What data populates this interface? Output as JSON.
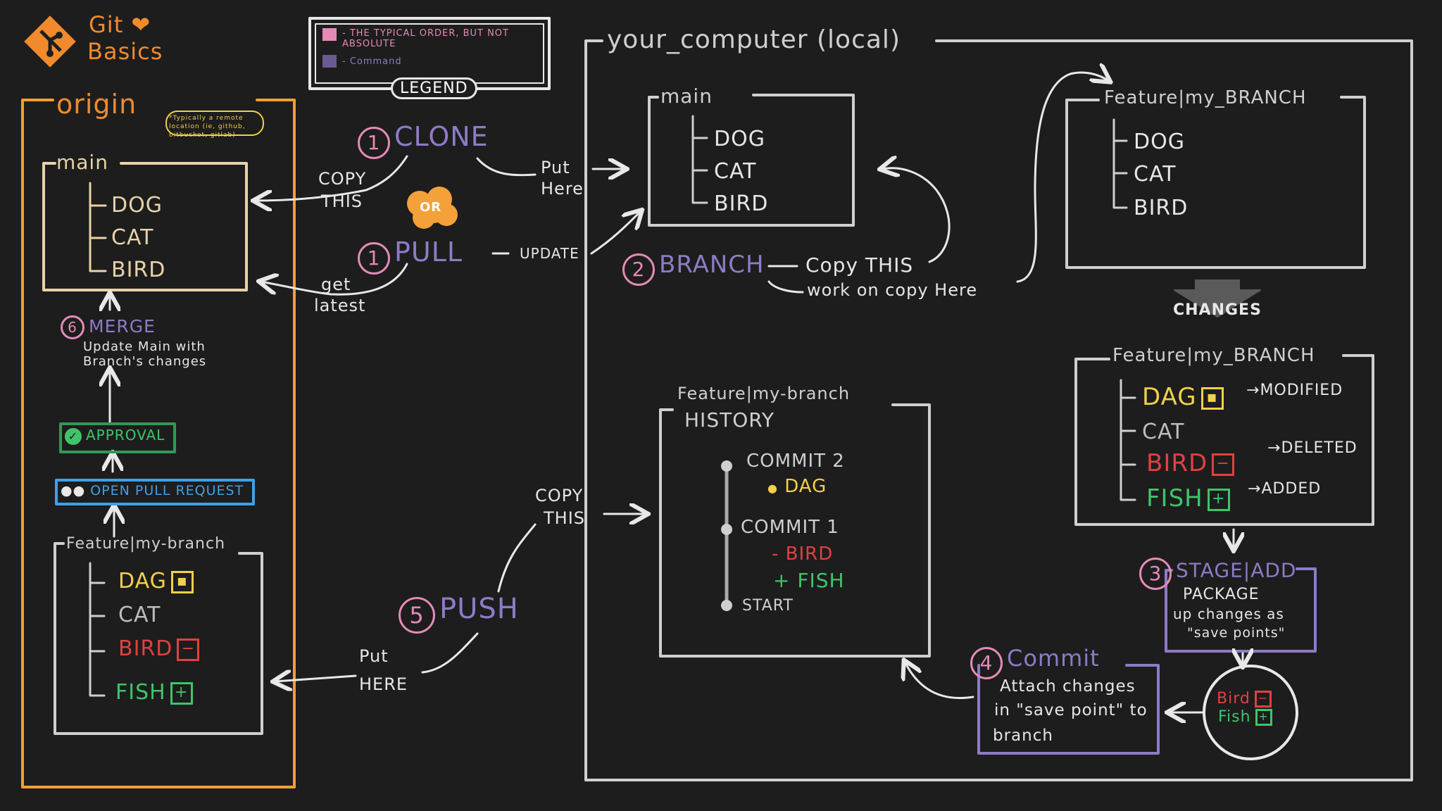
{
  "logo": {
    "line1": "Git",
    "line2": "Basics",
    "icon": "git-logo-icon"
  },
  "legend": {
    "title": "LEGEND",
    "items": [
      {
        "label": "- THE TYPICAL ORDER, BUT NOT ABSOLUTE",
        "color": "#e48bb6"
      },
      {
        "label": "- Command",
        "color": "#6a5a92"
      }
    ]
  },
  "origin": {
    "title": "origin",
    "note": "*Typically a remote location (ie, github, bitbucket, gitlab)",
    "main": {
      "title": "main",
      "items": [
        "DOG",
        "CAT",
        "BIRD"
      ]
    },
    "merge": {
      "num": "6",
      "label": "MERGE",
      "desc1": "Update Main with",
      "desc2": "Branch's changes"
    },
    "approval": "APPROVAL",
    "open_pr": "OPEN PULL REQUEST",
    "feature": {
      "title": "Feature|my-branch",
      "items": [
        "DAG",
        "CAT",
        "BIRD",
        "FISH"
      ]
    }
  },
  "local": {
    "title": "your_computer (local)",
    "main": {
      "title": "main",
      "items": [
        "DOG",
        "CAT",
        "BIRD"
      ]
    },
    "feature": {
      "title": "Feature|my_BRANCH",
      "items": [
        "DOG",
        "CAT",
        "BIRD"
      ]
    },
    "changes_label": "CHANGES",
    "feature_changed": {
      "title": "Feature|my_BRANCH",
      "rows": [
        {
          "name": "DAG",
          "mark": "▪",
          "status": "MODIFIED",
          "color": "#f2d04b"
        },
        {
          "name": "CAT",
          "mark": "",
          "status": "",
          "color": "#bdbdbd"
        },
        {
          "name": "BIRD",
          "mark": "−",
          "status": "DELETED",
          "color": "#e0413f"
        },
        {
          "name": "FISH",
          "mark": "+",
          "status": "ADDED",
          "color": "#3fc46a"
        }
      ]
    },
    "history": {
      "title1": "Feature|my-branch",
      "title2": "HISTORY",
      "commit2": "COMMIT 2",
      "commit2_change": "DAG",
      "commit1": "COMMIT 1",
      "commit1_removed": "- BIRD",
      "commit1_added": "+ FISH",
      "start": "START"
    },
    "stage": {
      "num": "3",
      "title": "STAGE|ADD",
      "desc1": "PACKAGE",
      "desc2": "up changes as",
      "desc3": "\"save points\""
    },
    "staged": {
      "bird": "Bird",
      "fish": "Fish"
    },
    "commit": {
      "num": "4",
      "title": "Commit",
      "desc1": "Attach changes",
      "desc2": "in \"save point\" to",
      "desc3": "branch"
    }
  },
  "actions": {
    "clone": {
      "num": "1",
      "label": "CLONE",
      "copy1": "COPY",
      "copy2": "THIS",
      "put1": "Put",
      "put2": "Here"
    },
    "or": "OR",
    "pull": {
      "num": "1",
      "label": "PULL",
      "update": "UPDATE",
      "get1": "get",
      "get2": "latest"
    },
    "branch": {
      "num": "2",
      "label": "BRANCH",
      "copy": "Copy THIS",
      "work": "work on copy Here"
    },
    "push": {
      "num": "5",
      "label": "PUSH",
      "put1": "Put",
      "put2": "HERE",
      "copy1": "COPY",
      "copy2": "THIS"
    }
  }
}
